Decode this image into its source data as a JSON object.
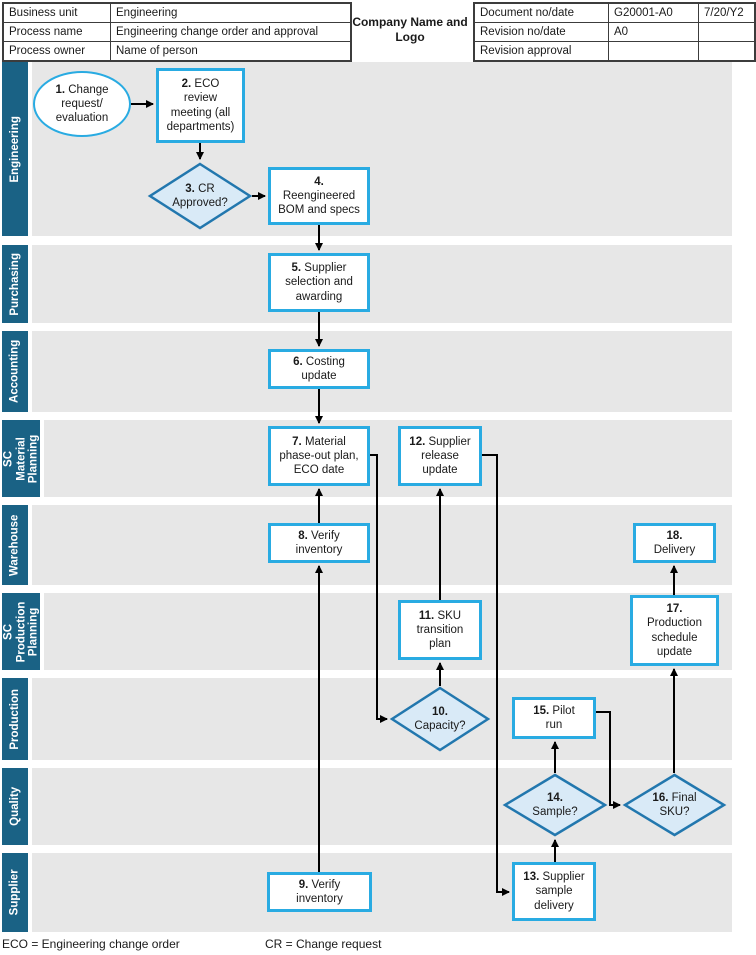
{
  "header": {
    "left_rows": [
      {
        "label": "Business unit",
        "value": "Engineering"
      },
      {
        "label": "Process name",
        "value": "Engineering change order and approval"
      },
      {
        "label": "Process owner",
        "value": "Name of person"
      }
    ],
    "company": "Company Name and Logo",
    "right_rows": [
      {
        "label": "Document no/date",
        "value1": "G20001-A0",
        "value2": "7/20/Y2"
      },
      {
        "label": "Revision no/date",
        "value1": "A0",
        "value2": ""
      },
      {
        "label": "Revision approval",
        "value1": "",
        "value2": ""
      }
    ]
  },
  "lanes": [
    {
      "label": "Engineering"
    },
    {
      "label": "Purchasing"
    },
    {
      "label": "Accounting"
    },
    {
      "label": "SC Material\nPlanning"
    },
    {
      "label": "Warehouse"
    },
    {
      "label": "SC\nProduction\nPlanning"
    },
    {
      "label": "Production"
    },
    {
      "label": "Quality"
    },
    {
      "label": "Supplier"
    }
  ],
  "nodes": {
    "n1": {
      "num": "1.",
      "text": "Change\nrequest/\nevaluation"
    },
    "n2": {
      "num": "2.",
      "text": "ECO\nreview\nmeeting (all\ndepartments)"
    },
    "n3": {
      "num": "3.",
      "text": "CR\nApproved?"
    },
    "n4": {
      "num": "4.",
      "text": "\nReengineered\nBOM and specs"
    },
    "n5": {
      "num": "5.",
      "text": "Supplier\nselection and\nawarding"
    },
    "n6": {
      "num": "6.",
      "text": "Costing\nupdate"
    },
    "n7": {
      "num": "7.",
      "text": "Material\nphase-out plan,\nECO date"
    },
    "n8": {
      "num": "8.",
      "text": "Verify\ninventory"
    },
    "n9": {
      "num": "9.",
      "text": "Verify\ninventory"
    },
    "n10": {
      "num": "10.",
      "text": "\nCapacity?"
    },
    "n11": {
      "num": "11.",
      "text": "SKU\ntransition\nplan"
    },
    "n12": {
      "num": "12.",
      "text": "Supplier\nrelease\nupdate"
    },
    "n13": {
      "num": "13.",
      "text": "Supplier\nsample\ndelivery"
    },
    "n14": {
      "num": "14.",
      "text": "\nSample?"
    },
    "n15": {
      "num": "15.",
      "text": "Pilot\nrun"
    },
    "n16": {
      "num": "16.",
      "text": "Final\nSKU?"
    },
    "n17": {
      "num": "17.",
      "text": "\nProduction\nschedule\nupdate"
    },
    "n18": {
      "num": "18.",
      "text": "\nDelivery"
    }
  },
  "footer": {
    "eco": "ECO = Engineering change order",
    "cr": "CR = Change request"
  },
  "colors": {
    "lane_bar": "#1A6285",
    "lane_bg": "#E7E7E7",
    "shape_border": "#29ABE2",
    "decision_border": "#2277AE",
    "decision_fill": "#D9EAF7",
    "connector": "#000000"
  }
}
